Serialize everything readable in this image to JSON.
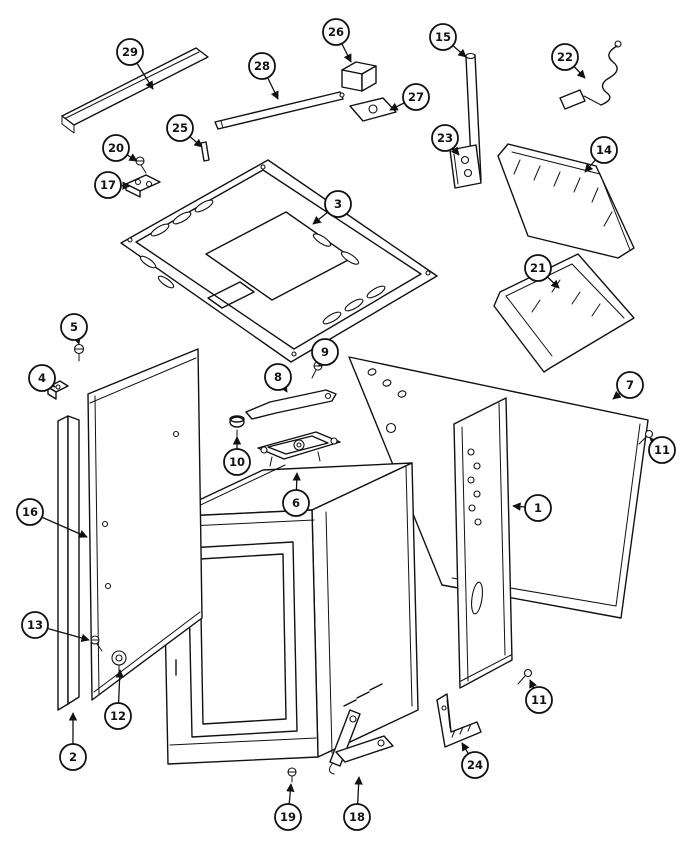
{
  "figure": {
    "type": "exploded-parts-diagram",
    "colors": {
      "line": "#111111",
      "background": "#ffffff"
    },
    "callouts": [
      {
        "label": "29"
      },
      {
        "label": "26"
      },
      {
        "label": "15"
      },
      {
        "label": "22"
      },
      {
        "label": "28"
      },
      {
        "label": "27"
      },
      {
        "label": "25"
      },
      {
        "label": "20"
      },
      {
        "label": "23"
      },
      {
        "label": "14"
      },
      {
        "label": "17"
      },
      {
        "label": "3"
      },
      {
        "label": "21"
      },
      {
        "label": "5"
      },
      {
        "label": "9"
      },
      {
        "label": "4"
      },
      {
        "label": "8"
      },
      {
        "label": "7"
      },
      {
        "label": "11"
      },
      {
        "label": "10"
      },
      {
        "label": "6"
      },
      {
        "label": "1"
      },
      {
        "label": "16"
      },
      {
        "label": "13"
      },
      {
        "label": "12"
      },
      {
        "label": "11"
      },
      {
        "label": "2"
      },
      {
        "label": "24"
      },
      {
        "label": "19"
      },
      {
        "label": "18"
      }
    ]
  }
}
